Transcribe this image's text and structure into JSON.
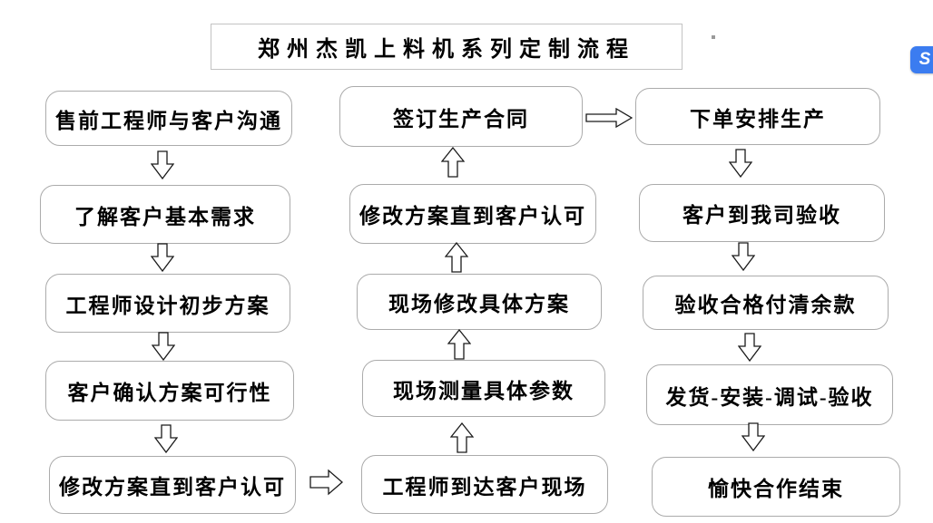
{
  "diagram": {
    "title": "郑州杰凯上料机系列定制流程",
    "type": "flowchart",
    "columns": {
      "left": [
        "售前工程师与客户沟通",
        "了解客户基本需求",
        "工程师设计初步方案",
        "客户确认方案可行性",
        "修改方案直到客户认可"
      ],
      "middle": [
        "签订生产合同",
        "修改方案直到客户认可",
        "现场修改具体方案",
        "现场测量具体参数",
        "工程师到达客户现场"
      ],
      "right": [
        "下单安排生产",
        "客户到我司验收",
        "验收合格付清余款",
        "发货-安装-调试-验收",
        "愉快合作结束"
      ]
    },
    "flow_sequence": [
      "售前工程师与客户沟通",
      "了解客户基本需求",
      "工程师设计初步方案",
      "客户确认方案可行性",
      "修改方案直到客户认可",
      "工程师到达客户现场",
      "现场测量具体参数",
      "现场修改具体方案",
      "修改方案直到客户认可",
      "签订生产合同",
      "下单安排生产",
      "客户到我司验收",
      "验收合格付清余款",
      "发货-安装-调试-验收",
      "愉快合作结束"
    ],
    "left_column_direction": "top-to-bottom",
    "middle_column_direction": "bottom-to-top",
    "right_column_direction": "top-to-bottom",
    "arrow_style": "hollow outline block arrows"
  },
  "icons": {
    "corner_logo": "s-logo-icon",
    "arrow_down": "arrow-down-icon",
    "arrow_up": "arrow-up-icon",
    "arrow_right": "arrow-right-icon"
  },
  "colors": {
    "background": "#ffffff",
    "box_border": "#ababab",
    "text": "#000000",
    "corner_logo_blue": "#3b7cf0"
  }
}
